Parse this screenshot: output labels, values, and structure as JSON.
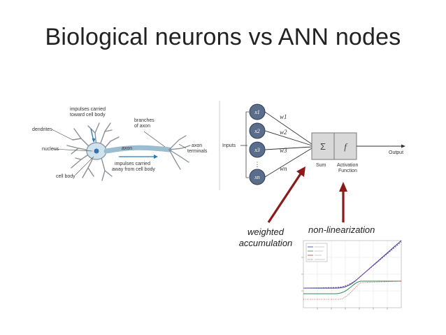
{
  "slide": {
    "title": "Biological neurons vs ANN nodes"
  },
  "bio": {
    "impulses_toward": [
      "impulses carried",
      "toward cell body"
    ],
    "branches": [
      "branches",
      "of axon"
    ],
    "dendrites": "dendrites",
    "nucleus": "nucleus",
    "axon": "axon",
    "axon_terminals": [
      "axon",
      "terminals"
    ],
    "impulses_away": [
      "impulses carried",
      "away from cell body"
    ],
    "cell_body": "cell body"
  },
  "ann": {
    "inputs_label": "Inputs",
    "inputs": [
      "x1",
      "x2",
      "x3",
      "xn"
    ],
    "weights": [
      "w1",
      "w2",
      "w3",
      "wn"
    ],
    "sum_symbol": "Σ",
    "function_symbol": "f",
    "sum_label": "Sum",
    "activation_label": [
      "Activation",
      "Function"
    ],
    "output_label": "Output"
  },
  "annotations": {
    "weighted": [
      "weighted",
      "accumulation"
    ],
    "nonlin": "non-linearization"
  },
  "colors": {
    "arrow": "#8b1a1a",
    "neuron_node": "#5a6e8c",
    "box_fill": "#d8d8d8"
  }
}
